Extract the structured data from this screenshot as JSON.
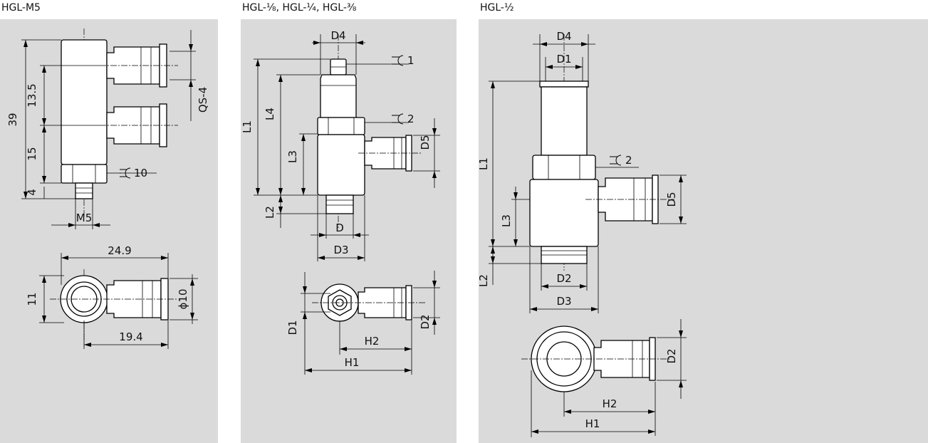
{
  "panels": [
    {
      "title": "HGL-M5",
      "labels": {
        "overall_height": "39",
        "spacing": "13.5",
        "lower": "15",
        "thread_len": "4",
        "thread": "M5",
        "wrench": "10",
        "tube": "QS-4",
        "width_top": "24.9",
        "width_bottom": "19.4",
        "height_side": "11",
        "diameter": "ϕ10"
      }
    },
    {
      "title": "HGL-⅛, HGL-¼, HGL-⅜",
      "labels": {
        "d4": "D4",
        "wrench1": "1",
        "wrench2": "2",
        "l1": "L1",
        "l4": "L4",
        "l3": "L3",
        "l2": "L2",
        "d5": "D5",
        "d": "D",
        "d3": "D3",
        "d1": "D1",
        "d2": "D2",
        "h2": "H2",
        "h1": "H1"
      }
    },
    {
      "title": "HGL-½",
      "labels": {
        "d4": "D4",
        "d1": "D1",
        "wrench2": "2",
        "l1": "L1",
        "l3": "L3",
        "l2": "L2",
        "d5": "D5",
        "d2": "D2",
        "d3": "D3",
        "d2_side": "D2",
        "h2": "H2",
        "h1": "H1"
      }
    }
  ]
}
